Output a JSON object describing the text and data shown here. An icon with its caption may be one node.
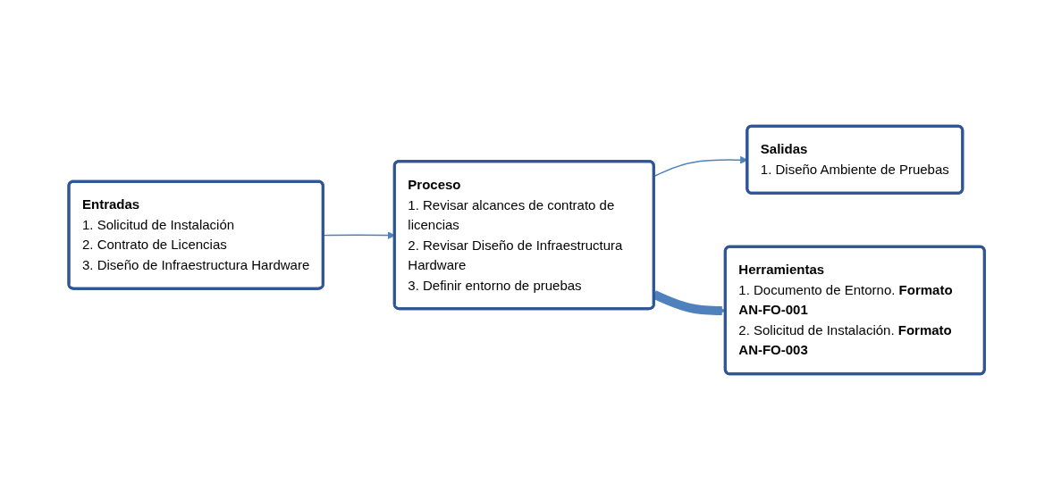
{
  "diagram": {
    "nodes": [
      {
        "text": [
          "Entradas",
          "1. Solicitud de Instalación",
          "2. Contrato de Licencias",
          "3. Diseño de Infraestructura Hardware"
        ]
      },
      {
        "text": [
          "Proceso",
          "1. Revisar alcances de contrato de licencias",
          "2. Revisar Diseño de Infraestructura Hardware",
          "3. Definir entorno de pruebas"
        ]
      },
      {
        "text": [
          "Salidas",
          "1. Diseño Ambiente de Pruebas"
        ]
      },
      {
        "text": [
          "Herramientas",
          "1. Documento de Entorno. **Formato AN-FO-001**",
          "2. Solicitud de Instalación. **Formato AN-FO-003**"
        ]
      }
    ],
    "edges": [
      {
        "from": 0,
        "to": 1,
        "arrow": "to"
      },
      {
        "from": 1,
        "to": 2,
        "arrow": "to"
      },
      {
        "from": 1,
        "to": 3,
        "arrow": "to",
        "style": "thick"
      }
    ]
  }
}
